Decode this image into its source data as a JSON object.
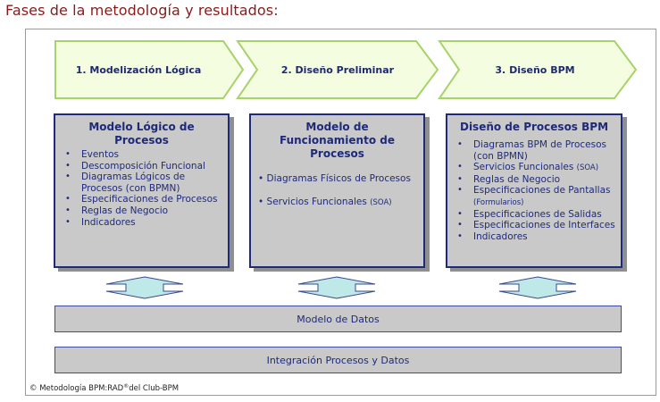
{
  "page_title": "Fases de la metodología y resultados:",
  "phases": [
    {
      "label": "1. Modelización Lógica"
    },
    {
      "label": "2. Diseño Preliminar"
    },
    {
      "label": "3. Diseño BPM"
    }
  ],
  "panels": [
    {
      "title_line1": "Modelo Lógico de",
      "title_line2": "Procesos",
      "items": [
        "Eventos",
        "Descomposición Funcional",
        "Diagramas Lógicos de Procesos (con BPMN)",
        "Especificaciones de Procesos",
        "Reglas de Negocio",
        "Indicadores"
      ]
    },
    {
      "title_line1": "Modelo de",
      "title_line2": "Funcionamiento de",
      "title_line3": "Procesos",
      "item1": "Diagramas Físicos de Procesos",
      "item2_main": "Servicios Funcionales ",
      "item2_small": "(SOA)"
    },
    {
      "title": "Diseño de Procesos BPM",
      "item1": "Diagramas BPM de Procesos (con BPMN)",
      "item2_main": "Servicios Funcionales ",
      "item2_small": "(SOA)",
      "item3": "Reglas de Negocio",
      "item4_main": "Especificaciones de Pantallas",
      "item4_small": "(Formularios)",
      "item5": "Especificaciones de Salidas",
      "item6": "Especificaciones de Interfaces",
      "item7": "Indicadores"
    }
  ],
  "bars": {
    "data_model": "Modelo de Datos",
    "integration": "Integración Procesos y Datos"
  },
  "copyright": {
    "prefix": "© Metodología BPM:RAD",
    "mark": "®",
    "suffix": "del Club-BPM"
  },
  "colors": {
    "title": "#8a1a1a",
    "phase_fill": "#f4fde0",
    "phase_stroke": "#a8d26a",
    "navy": "#1f2a7a",
    "panel_fill": "#c9c9c9",
    "arrow_fill": "#bfe8e8"
  }
}
